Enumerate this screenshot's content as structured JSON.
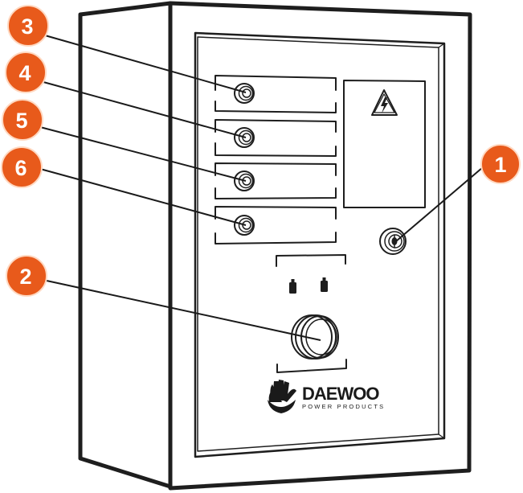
{
  "diagram": {
    "subject": "Generator automatic transfer switch (ATS) control box",
    "badge_color": "#e85a1b",
    "line_color": "#1e1e1e",
    "callouts": [
      {
        "number": "1",
        "target": "key-lock"
      },
      {
        "number": "2",
        "target": "main-rotary-button"
      },
      {
        "number": "3",
        "target": "indicator-lamp-1"
      },
      {
        "number": "4",
        "target": "indicator-lamp-2"
      },
      {
        "number": "5",
        "target": "indicator-lamp-3"
      },
      {
        "number": "6",
        "target": "indicator-lamp-4"
      }
    ],
    "warning_symbol": "high-voltage-warning",
    "logo": {
      "brand": "DAEWOO",
      "tagline": "POWER PRODUCTS"
    }
  }
}
